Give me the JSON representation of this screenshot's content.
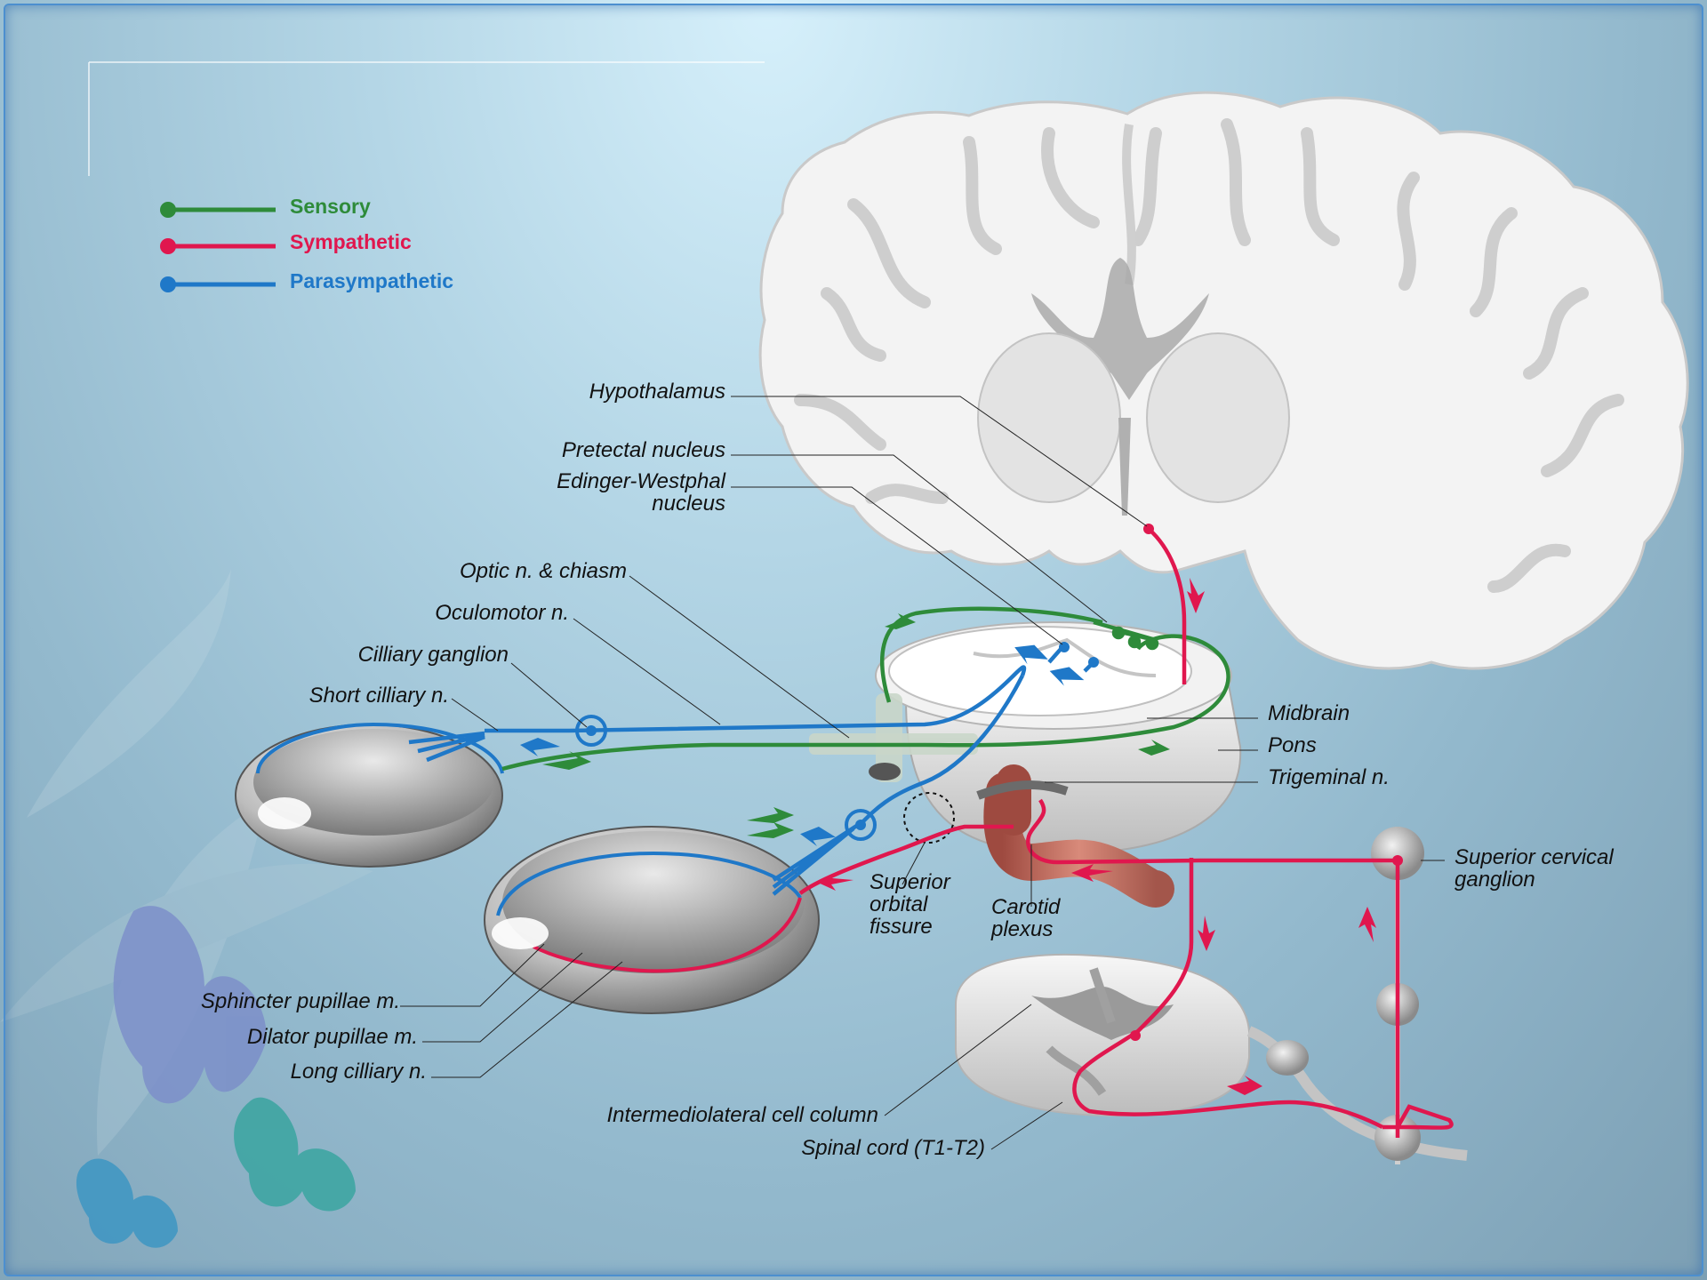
{
  "legend": [
    {
      "label": "Sensory",
      "color": "#2e8b3a"
    },
    {
      "label": "Sympathetic",
      "color": "#e0174e"
    },
    {
      "label": "Parasympathetic",
      "color": "#1f78c8"
    }
  ],
  "labels": {
    "hypothalamus": "Hypothalamus",
    "pretectal": "Pretectal nucleus",
    "edinger1": "Edinger-Westphal",
    "edinger2": "nucleus",
    "optic": "Optic n. & chiasm",
    "oculomotor": "Oculomotor n.",
    "cilliary_ganglion": "Cilliary ganglion",
    "short_cilliary": "Short cilliary n.",
    "midbrain": "Midbrain",
    "pons": "Pons",
    "trigeminal": "Trigeminal n.",
    "sup_cervical1": "Superior cervical",
    "sup_cervical2": "ganglion",
    "sof1": "Superior",
    "sof2": "orbital",
    "sof3": "fissure",
    "carotid1": "Carotid",
    "carotid2": "plexus",
    "sphincter": "Sphincter pupillae m.",
    "dilator": "Dilator pupillae m.",
    "long_cilliary": "Long cilliary n.",
    "intermediolateral": "Intermediolateral cell column",
    "spinal_cord": "Spinal cord (T1-T2)"
  }
}
